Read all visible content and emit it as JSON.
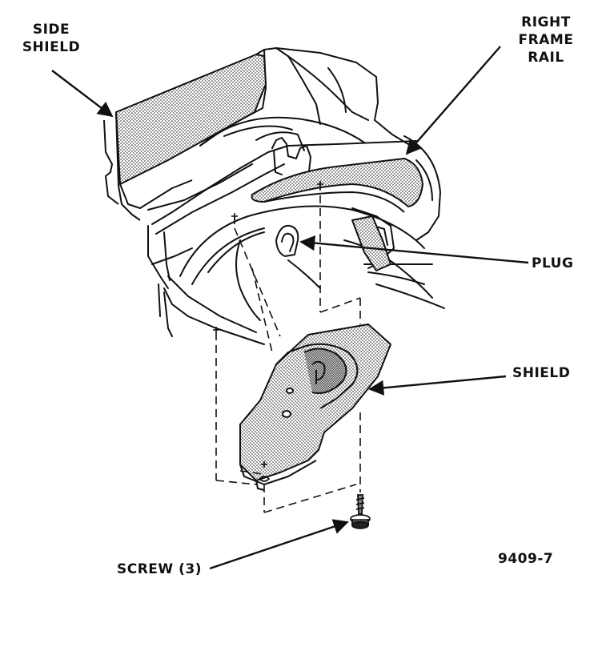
{
  "labels": {
    "side_shield": [
      "SIDE",
      "SHIELD"
    ],
    "right_frame_rail": [
      "RIGHT",
      "FRAME",
      "RAIL"
    ],
    "plug": "PLUG",
    "shield": "SHIELD",
    "screw": "SCREW (3)",
    "figure_number": "9409-7"
  },
  "colors": {
    "ink": "#111111",
    "hatch": "#555555",
    "paper": "#ffffff"
  }
}
